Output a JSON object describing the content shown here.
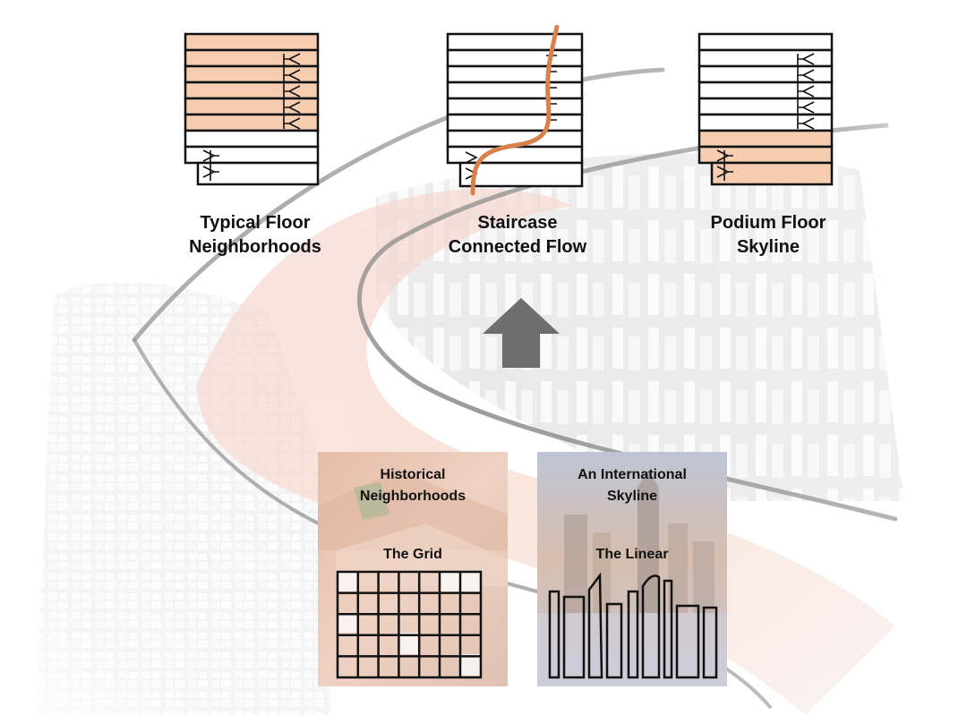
{
  "diagrams": [
    {
      "title_line1": "Typical Floor",
      "title_line2": "Neighborhoods"
    },
    {
      "title_line1": "Staircase",
      "title_line2": "Connected Flow"
    },
    {
      "title_line1": "Podium Floor",
      "title_line2": "Skyline"
    }
  ],
  "panels": [
    {
      "title_line1": "Historical",
      "title_line2": "Neighborhoods",
      "subtitle": "The Grid"
    },
    {
      "title_line1": "An International",
      "title_line2": "Skyline",
      "subtitle": "The Linear"
    }
  ],
  "colors": {
    "floor_fill": "#f6cdb0",
    "stair_path": "#d9814a",
    "arrow": "#6e6e6e",
    "outline": "#111111"
  }
}
